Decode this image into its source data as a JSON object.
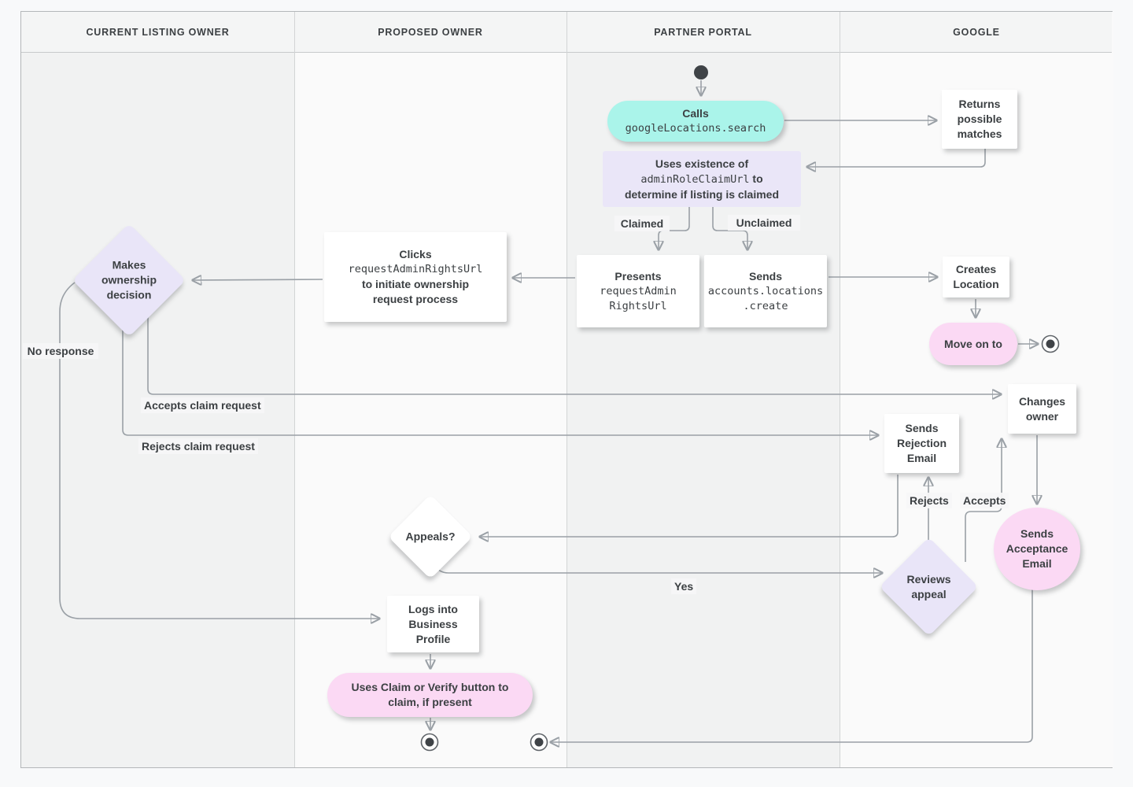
{
  "lanes": [
    {
      "label": "CURRENT LISTING OWNER"
    },
    {
      "label": "PROPOSED OWNER"
    },
    {
      "label": "PARTNER PORTAL"
    },
    {
      "label": "GOOGLE"
    }
  ],
  "nodes": {
    "calls": {
      "title": "Calls",
      "code": "googleLocations.search"
    },
    "returns_matches": {
      "label": "Returns possible matches"
    },
    "uses_existence": {
      "line1": "Uses existence of",
      "code": "adminRoleClaimUrl",
      "line2_suffix": "to",
      "line3": "determine if listing is claimed"
    },
    "presents": {
      "title": "Presents",
      "code_line1": "requestAdmin",
      "code_line2": "RightsUrl"
    },
    "sends_create": {
      "title": "Sends",
      "code_line1": "accounts.locations",
      "code_line2": ".create"
    },
    "creates_location": {
      "label": "Creates Location"
    },
    "move_on_to": {
      "label": "Move on to"
    },
    "clicks_request": {
      "title": "Clicks",
      "code": "requestAdminRightsUrl",
      "rest": "to initiate ownership request process"
    },
    "makes_decision": {
      "label": "Makes ownership decision"
    },
    "sends_rejection": {
      "label": "Sends Rejection Email"
    },
    "changes_owner": {
      "label": "Changes owner"
    },
    "sends_acceptance": {
      "label": "Sends Acceptance Email"
    },
    "reviews_appeal": {
      "label": "Reviews appeal"
    },
    "appeals": {
      "label": "Appeals?"
    },
    "logs_into": {
      "label": "Logs into Business Profile"
    },
    "claim_verify": {
      "label": "Uses Claim or Verify button to claim, if present"
    }
  },
  "edge_labels": {
    "claimed": "Claimed",
    "unclaimed": "Unclaimed",
    "no_response": "No response",
    "accepts_claim": "Accepts claim request",
    "rejects_claim": "Rejects claim request",
    "rejects": "Rejects",
    "accepts": "Accepts",
    "yes": "Yes"
  },
  "colors": {
    "teal": "#aaf4ea",
    "lavender": "#e9e5f8",
    "pink": "#fbd9f4",
    "line": "#9aa0a6",
    "text": "#3c4043",
    "lane_dark": "#f1f2f2",
    "lane_light": "#fafafa"
  }
}
